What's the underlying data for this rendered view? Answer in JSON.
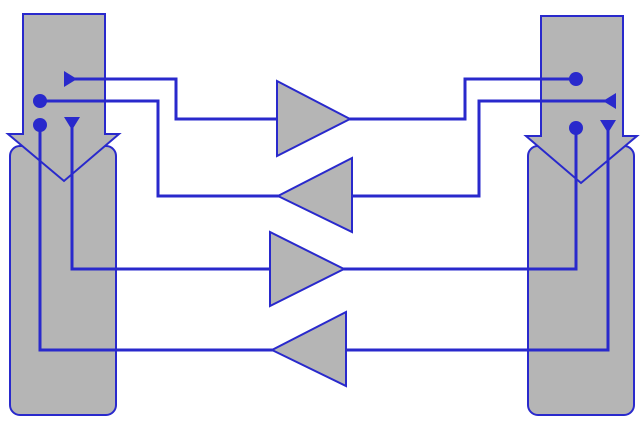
{
  "colors": {
    "background": "#ffffff",
    "fill": "#b5b5b5",
    "stroke": "#2929cc"
  },
  "diagram": {
    "description_labels": [],
    "left_device": {
      "terminals": [
        "output-triangle",
        "input-dot",
        "input-dot",
        "output-triangle"
      ]
    },
    "right_device": {
      "terminals": [
        "input-dot",
        "output-triangle",
        "input-dot",
        "output-triangle"
      ]
    },
    "buffers": [
      {
        "direction": "right"
      },
      {
        "direction": "left"
      },
      {
        "direction": "right"
      },
      {
        "direction": "left"
      }
    ]
  }
}
